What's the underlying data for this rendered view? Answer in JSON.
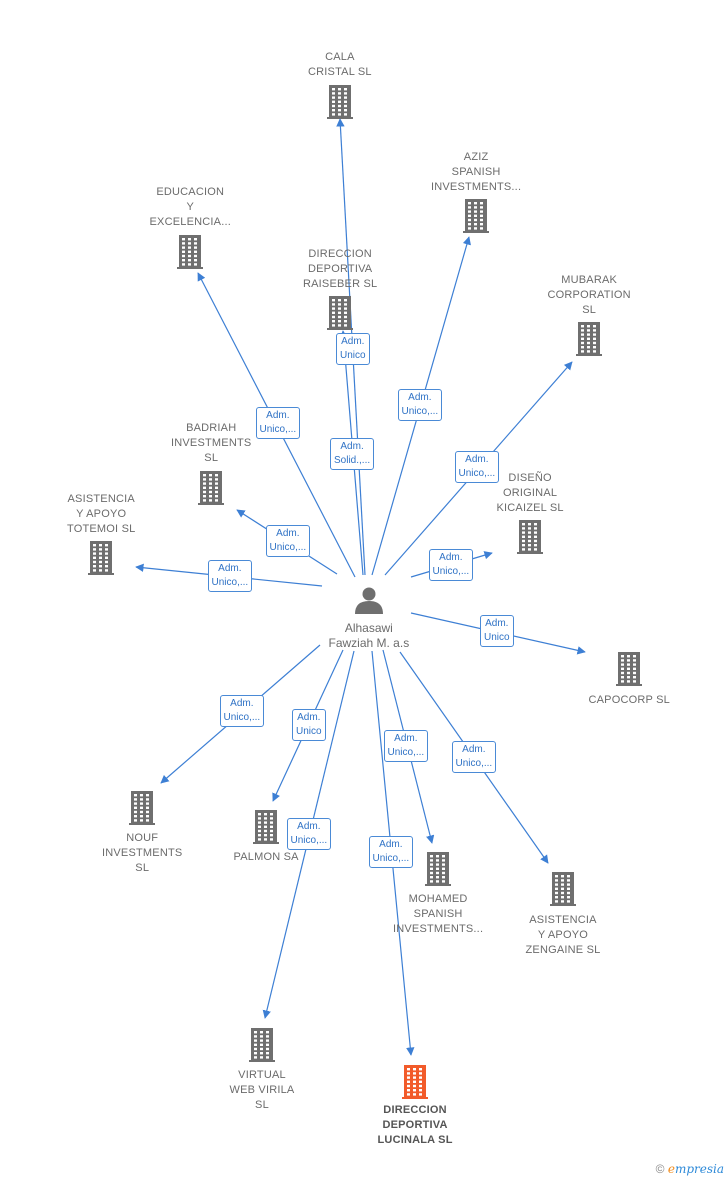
{
  "colors": {
    "edge": "#3d7fd4",
    "building": "#6f6f6f",
    "highlight": "#f25b2a",
    "person": "#6f6f6f"
  },
  "center": {
    "name": "Alhasawi Fawziah M. a.s",
    "lines": [
      "Alhasawi",
      "Fawziah M. a.s"
    ],
    "icon": "person-icon"
  },
  "companies": [
    {
      "id": "cala-cristal",
      "lines": [
        "CALA",
        "CRISTAL  SL"
      ],
      "icon": "building-icon"
    },
    {
      "id": "aziz-spanish",
      "lines": [
        "AZIZ",
        "SPANISH",
        "INVESTMENTS..."
      ],
      "icon": "building-icon"
    },
    {
      "id": "educacion",
      "lines": [
        "EDUCACION",
        "Y",
        "EXCELENCIA..."
      ],
      "icon": "building-icon"
    },
    {
      "id": "direccion-raiseber",
      "lines": [
        "DIRECCION",
        "DEPORTIVA",
        "RAISEBER  SL"
      ],
      "icon": "building-icon"
    },
    {
      "id": "mubarak",
      "lines": [
        "MUBARAK",
        "CORPORATION",
        "SL"
      ],
      "icon": "building-icon"
    },
    {
      "id": "badriah",
      "lines": [
        "BADRIAH",
        "INVESTMENTS",
        "SL"
      ],
      "icon": "building-icon"
    },
    {
      "id": "diseno",
      "lines": [
        "DISEÑO",
        "ORIGINAL",
        "KICAIZEL  SL"
      ],
      "icon": "building-icon"
    },
    {
      "id": "asistencia-totemoi",
      "lines": [
        "ASISTENCIA",
        "Y APOYO",
        "TOTEMOI  SL"
      ],
      "icon": "building-icon"
    },
    {
      "id": "capocorp",
      "lines": [
        "CAPOCORP  SL"
      ],
      "icon": "building-icon"
    },
    {
      "id": "nouf",
      "lines": [
        "NOUF",
        "INVESTMENTS",
        "SL"
      ],
      "icon": "building-icon"
    },
    {
      "id": "palmon",
      "lines": [
        "PALMON SA"
      ],
      "icon": "building-icon"
    },
    {
      "id": "mohamed-spanish",
      "lines": [
        "MOHAMED",
        "SPANISH",
        "INVESTMENTS..."
      ],
      "icon": "building-icon"
    },
    {
      "id": "asistencia-zengaine",
      "lines": [
        "ASISTENCIA",
        "Y APOYO",
        "ZENGAINE  SL"
      ],
      "icon": "building-icon"
    },
    {
      "id": "virtual-web",
      "lines": [
        "VIRTUAL",
        "WEB VIRILA",
        "SL"
      ],
      "icon": "building-icon"
    },
    {
      "id": "direccion-lucinala",
      "lines": [
        "DIRECCION",
        "DEPORTIVA",
        "LUCINALA  SL"
      ],
      "icon": "building-icon",
      "highlight": true
    }
  ],
  "edges": [
    {
      "to": "cala-cristal",
      "label": [
        "Adm.",
        "Unico"
      ]
    },
    {
      "to": "aziz-spanish",
      "label": [
        "Adm.",
        "Unico,..."
      ]
    },
    {
      "to": "educacion",
      "label": [
        "Adm.",
        "Unico,..."
      ]
    },
    {
      "to": "direccion-raiseber",
      "label": [
        "Adm.",
        "Solid.,..."
      ]
    },
    {
      "to": "mubarak",
      "label": [
        "Adm.",
        "Unico,..."
      ]
    },
    {
      "to": "badriah",
      "label": [
        "Adm.",
        "Unico,..."
      ]
    },
    {
      "to": "diseno",
      "label": [
        "Adm.",
        "Unico,..."
      ]
    },
    {
      "to": "asistencia-totemoi",
      "label": [
        "Adm.",
        "Unico,..."
      ]
    },
    {
      "to": "capocorp",
      "label": [
        "Adm.",
        "Unico"
      ]
    },
    {
      "to": "nouf",
      "label": [
        "Adm.",
        "Unico,..."
      ]
    },
    {
      "to": "palmon",
      "label": [
        "Adm.",
        "Unico"
      ]
    },
    {
      "to": "mohamed-spanish",
      "label": [
        "Adm.",
        "Unico,..."
      ]
    },
    {
      "to": "asistencia-zengaine",
      "label": [
        "Adm.",
        "Unico,..."
      ]
    },
    {
      "to": "virtual-web",
      "label": [
        "Adm.",
        "Unico,..."
      ]
    },
    {
      "to": "direccion-lucinala",
      "label": [
        "Adm.",
        "Unico,..."
      ]
    }
  ],
  "credit": {
    "symbol": "©",
    "brand_initial": "e",
    "brand_rest": "mpresia"
  }
}
